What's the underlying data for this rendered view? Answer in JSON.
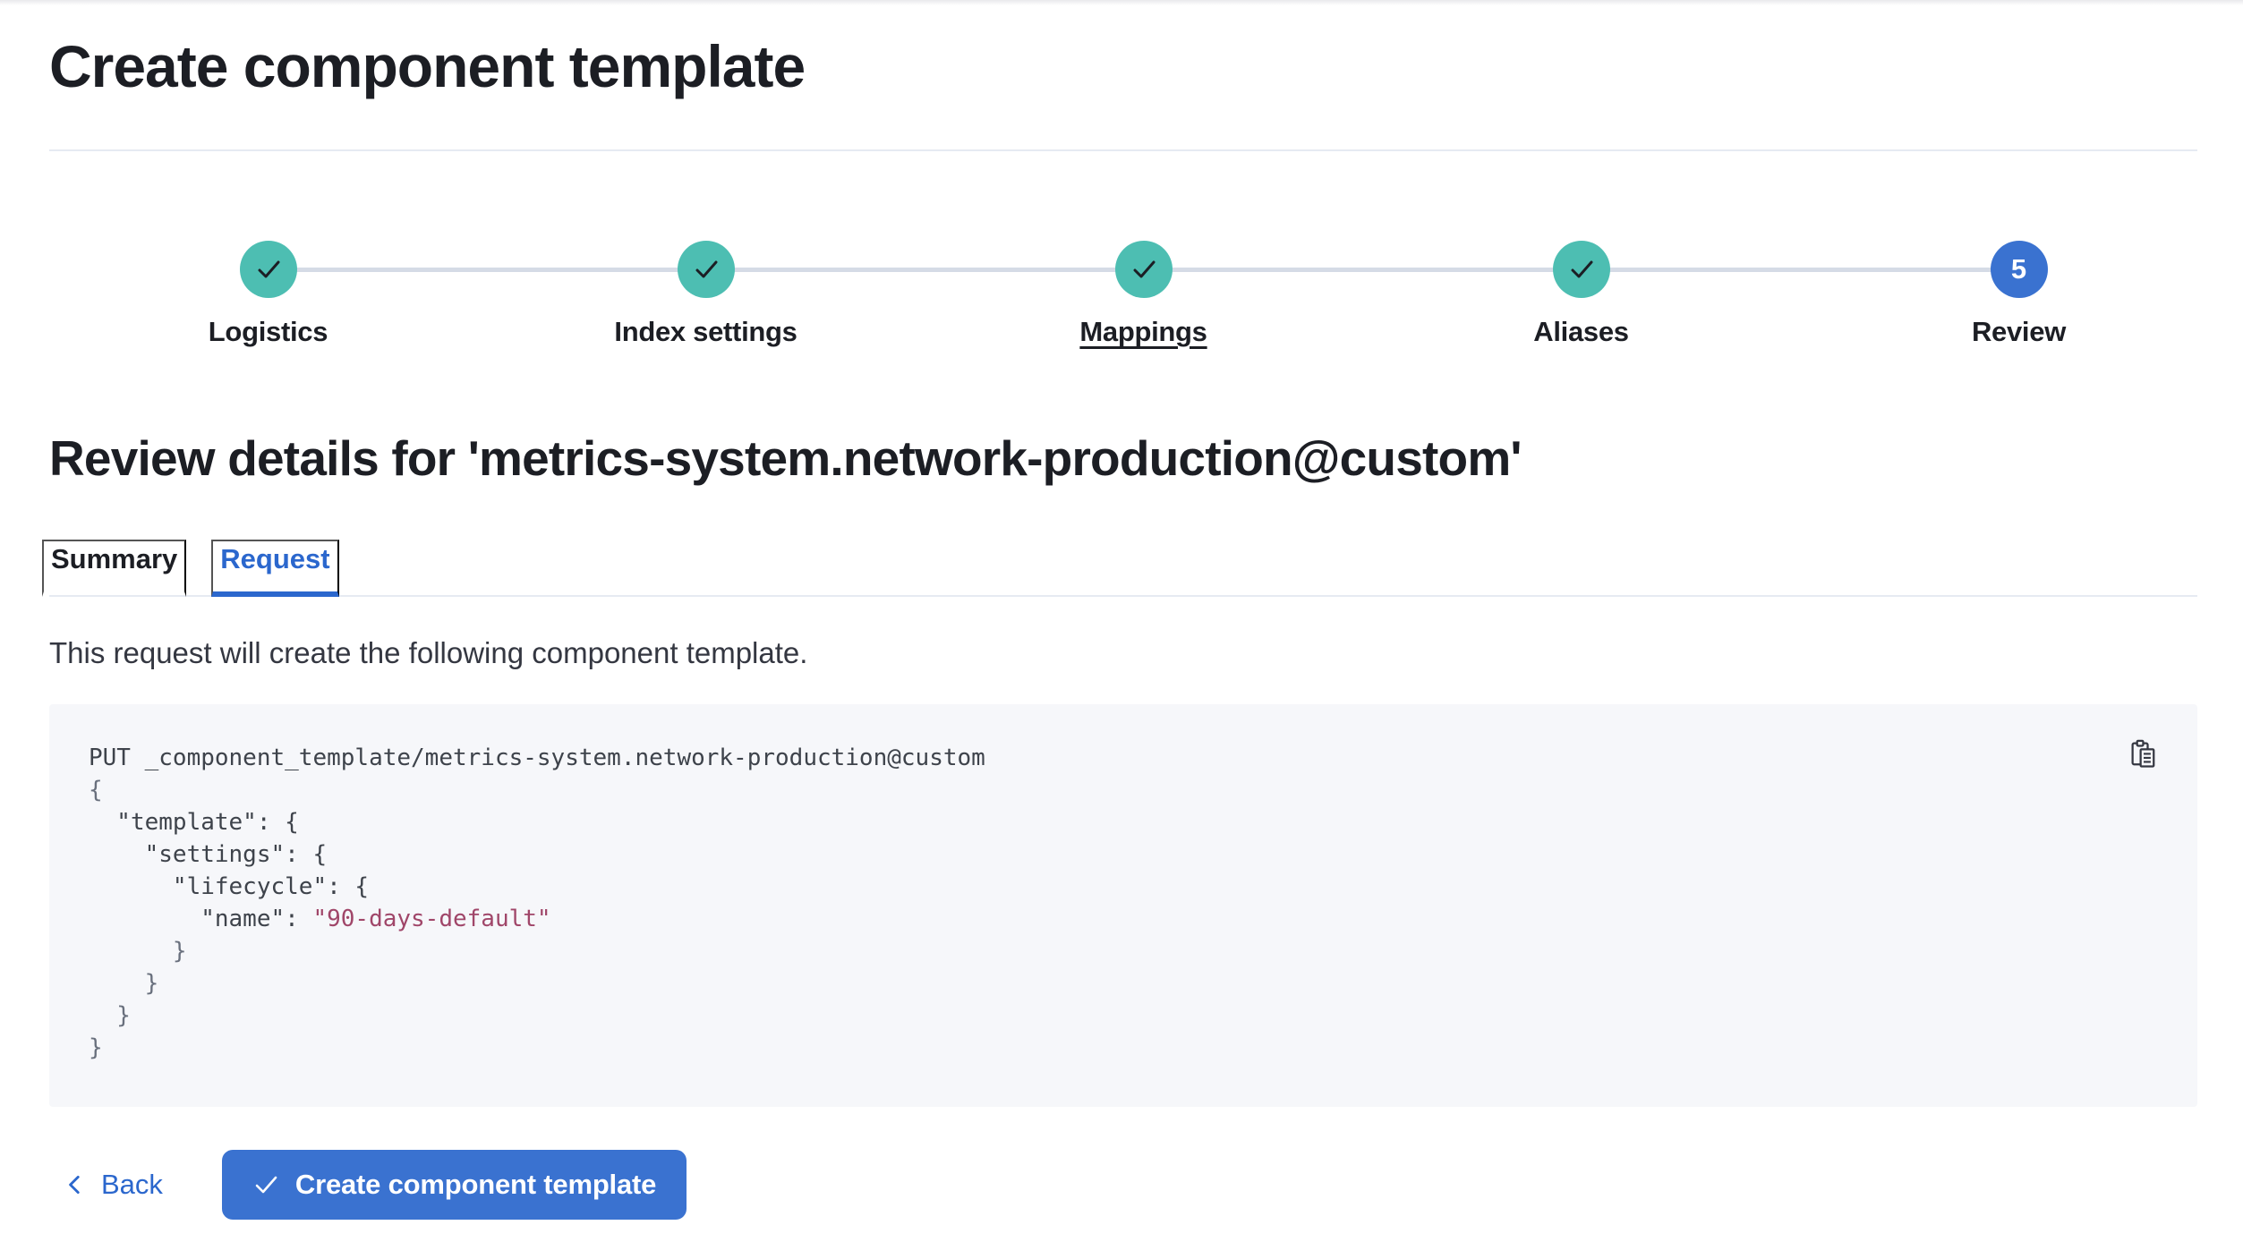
{
  "colors": {
    "accent_blue": "#3A72D0",
    "link_blue": "#2B67CD",
    "success_teal": "#4DBEB2",
    "text_primary": "#1C1E24",
    "text_body": "#343741",
    "divider": "#E6EAF2",
    "connector": "#D5DBE6",
    "code_bg": "#F6F7FA",
    "code_text": "#3E434B",
    "code_punct": "#69707D",
    "code_string": "#A04669"
  },
  "header": {
    "title": "Create component template"
  },
  "stepper": {
    "steps": [
      {
        "label": "Logistics",
        "status": "complete"
      },
      {
        "label": "Index settings",
        "status": "complete"
      },
      {
        "label": "Mappings",
        "status": "complete"
      },
      {
        "label": "Aliases",
        "status": "complete"
      },
      {
        "label": "Review",
        "status": "current",
        "number": "5"
      }
    ]
  },
  "review": {
    "heading": "Review details for 'metrics-system.network-production@custom'",
    "tabs": [
      {
        "label": "Summary",
        "active": false
      },
      {
        "label": "Request",
        "active": true
      }
    ],
    "description": "This request will create the following component template."
  },
  "code_block": {
    "lines_before": [
      "PUT _component_template/metrics-system.network-production@custom",
      "{",
      "  \"template\": {",
      "    \"settings\": {",
      "      \"lifecycle\": {"
    ],
    "name_line": {
      "prefix": "        \"name\": ",
      "value": "\"90-days-default\""
    },
    "lines_after": [
      "      }",
      "    }",
      "  }",
      "}"
    ]
  },
  "footer": {
    "back_label": "Back",
    "create_label": "Create component template"
  }
}
